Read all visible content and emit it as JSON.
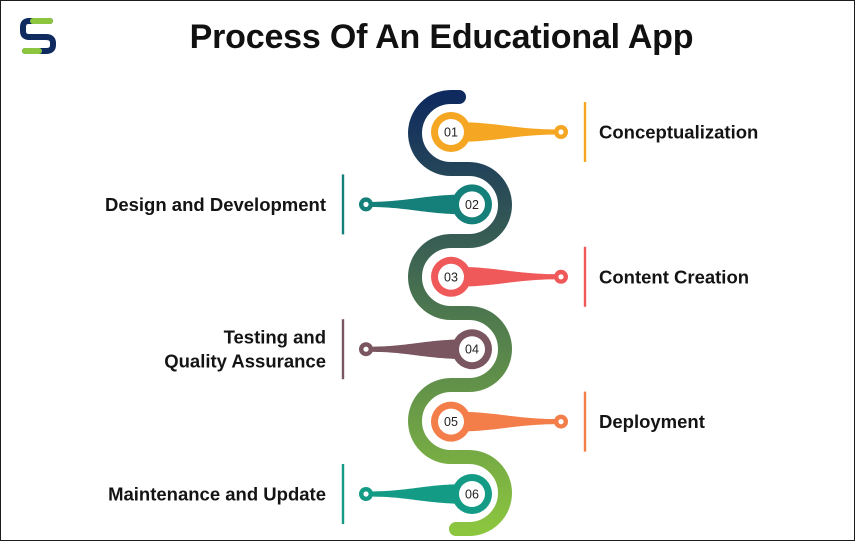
{
  "title": "Process Of An Educational App",
  "colors": {
    "path_start": "#0e2a5e",
    "path_end": "#8cc63f"
  },
  "steps": [
    {
      "number": "01",
      "label_lines": [
        "Conceptualization"
      ],
      "color": "#f5a623",
      "side": "right"
    },
    {
      "number": "02",
      "label_lines": [
        "Design and Development"
      ],
      "color": "#15807a",
      "side": "left"
    },
    {
      "number": "03",
      "label_lines": [
        "Content Creation"
      ],
      "color": "#f0595a",
      "side": "right"
    },
    {
      "number": "04",
      "label_lines": [
        "Testing and",
        "Quality Assurance"
      ],
      "color": "#7a5760",
      "side": "left"
    },
    {
      "number": "05",
      "label_lines": [
        "Deployment"
      ],
      "color": "#f47e49",
      "side": "right"
    },
    {
      "number": "06",
      "label_lines": [
        "Maintenance and Update"
      ],
      "color": "#139b86",
      "side": "left"
    }
  ]
}
